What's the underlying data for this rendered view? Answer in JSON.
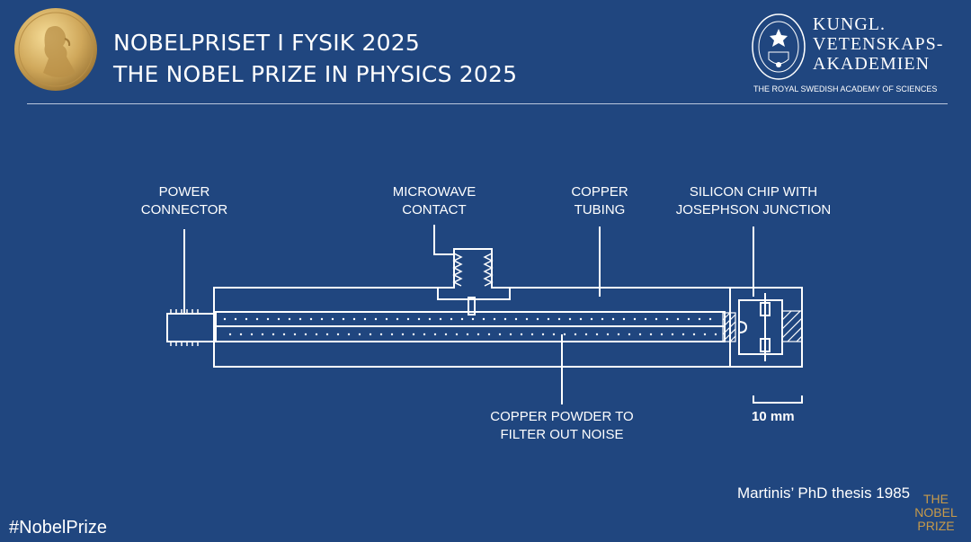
{
  "header": {
    "title_line1": "NOBELPRISET I FYSIK 2025",
    "title_line2": "THE NOBEL PRIZE IN PHYSICS 2025",
    "academy_line1": "KUNGL.",
    "academy_line2": "VETENSKAPS-",
    "academy_line3": "AKADEMIEN",
    "academy_subtitle": "THE ROYAL SWEDISH ACADEMY OF SCIENCES"
  },
  "diagram": {
    "labels": {
      "power_connector": [
        "POWER",
        "CONNECTOR"
      ],
      "microwave_contact": [
        "MICROWAVE",
        "CONTACT"
      ],
      "copper_tubing": [
        "COPPER",
        "TUBING"
      ],
      "silicon_chip": [
        "SILICON CHIP WITH",
        "JOSEPHSON JUNCTION"
      ],
      "copper_powder": [
        "COPPER POWDER TO",
        "FILTER OUT NOISE"
      ]
    },
    "scale_bar_label": "10 mm",
    "icons": [
      "medal-icon",
      "academy-seal-icon"
    ]
  },
  "footer": {
    "source_note": "Martinis’ PhD thesis 1985",
    "hashtag": "#NobelPrize",
    "logo_line1": "THE",
    "logo_line2": "NOBEL",
    "logo_line3": "PRIZE"
  },
  "colors": {
    "background": "#20467f",
    "foreground": "#ffffff",
    "gold": "#c79a4a"
  }
}
